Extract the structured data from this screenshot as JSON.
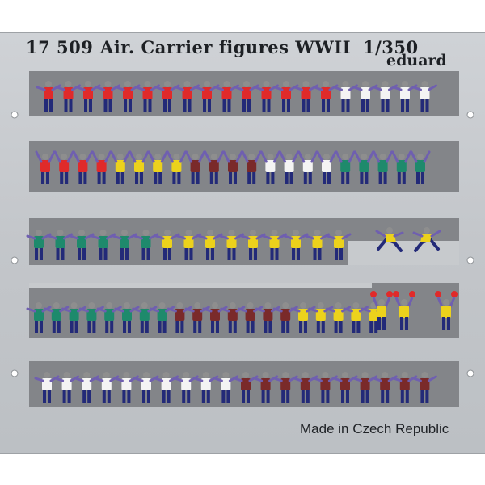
{
  "sheet": {
    "code": "17 509",
    "title": "Air. Carrier figures WWII",
    "scale": "1/350",
    "brand": "eduard",
    "made_in": "Made in Czech Republic"
  },
  "colors": {
    "fret": "#c7cacd",
    "recess": "#838589",
    "red": "#e02a2a",
    "white": "#f4f4f4",
    "yellow": "#ecd21c",
    "green": "#1e8a6c",
    "brown": "#7a2a2a",
    "purple": "#6f5fb0",
    "pants": "#232a78",
    "head": "#8e8e8e"
  },
  "rows": [
    {
      "pose": "arms-out",
      "figures": [
        "red",
        "red",
        "red",
        "red",
        "red",
        "red",
        "red",
        "red",
        "red",
        "red",
        "red",
        "red",
        "red",
        "red",
        "red",
        "white",
        "white",
        "white",
        "white",
        "white"
      ]
    },
    {
      "pose": "arms-up",
      "figures": [
        "red",
        "red",
        "red",
        "red",
        "yellow",
        "yellow",
        "yellow",
        "yellow",
        "brown",
        "brown",
        "brown",
        "brown",
        "white",
        "white",
        "white",
        "white",
        "green",
        "green",
        "green",
        "green",
        "green"
      ]
    },
    {
      "pose": "arms-out",
      "figures": [
        "green",
        "green",
        "green",
        "green",
        "green",
        "green",
        "yellow",
        "yellow",
        "yellow",
        "yellow",
        "yellow",
        "yellow",
        "yellow",
        "yellow",
        "yellow"
      ]
    },
    {
      "pose": "arms-out",
      "figures": [
        "green",
        "green",
        "green",
        "green",
        "green",
        "green",
        "green",
        "green",
        "brown",
        "brown",
        "brown",
        "brown",
        "brown",
        "brown",
        "brown",
        "yellow",
        "yellow",
        "yellow",
        "yellow",
        "yellow"
      ]
    },
    {
      "pose": "arms-out",
      "figures": [
        "white",
        "white",
        "white",
        "white",
        "white",
        "white",
        "white",
        "white",
        "white",
        "white",
        "brown",
        "brown",
        "brown",
        "brown",
        "brown",
        "brown",
        "brown",
        "brown",
        "brown",
        "brown"
      ]
    }
  ]
}
